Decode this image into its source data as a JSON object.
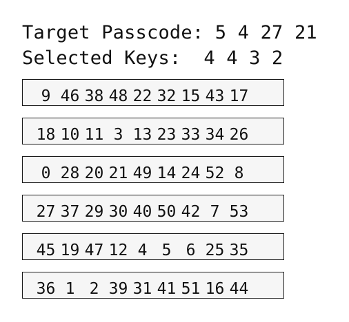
{
  "header": {
    "target_label": "Target Passcode:",
    "target_values": "5 4 27 21",
    "selected_label": "Selected Keys:",
    "selected_values": "4 4 3 2"
  },
  "keypad": {
    "rows": [
      [
        "9",
        "46",
        "38",
        "48",
        "22",
        "32",
        "15",
        "43",
        "17"
      ],
      [
        "18",
        "10",
        "11",
        "3",
        "13",
        "23",
        "33",
        "34",
        "26"
      ],
      [
        "0",
        "28",
        "20",
        "21",
        "49",
        "14",
        "24",
        "52",
        "8"
      ],
      [
        "27",
        "37",
        "29",
        "30",
        "40",
        "50",
        "42",
        "7",
        "53"
      ],
      [
        "45",
        "19",
        "47",
        "12",
        "4",
        "5",
        "6",
        "25",
        "35"
      ],
      [
        "36",
        "1",
        "2",
        "39",
        "31",
        "41",
        "51",
        "16",
        "44"
      ]
    ]
  }
}
